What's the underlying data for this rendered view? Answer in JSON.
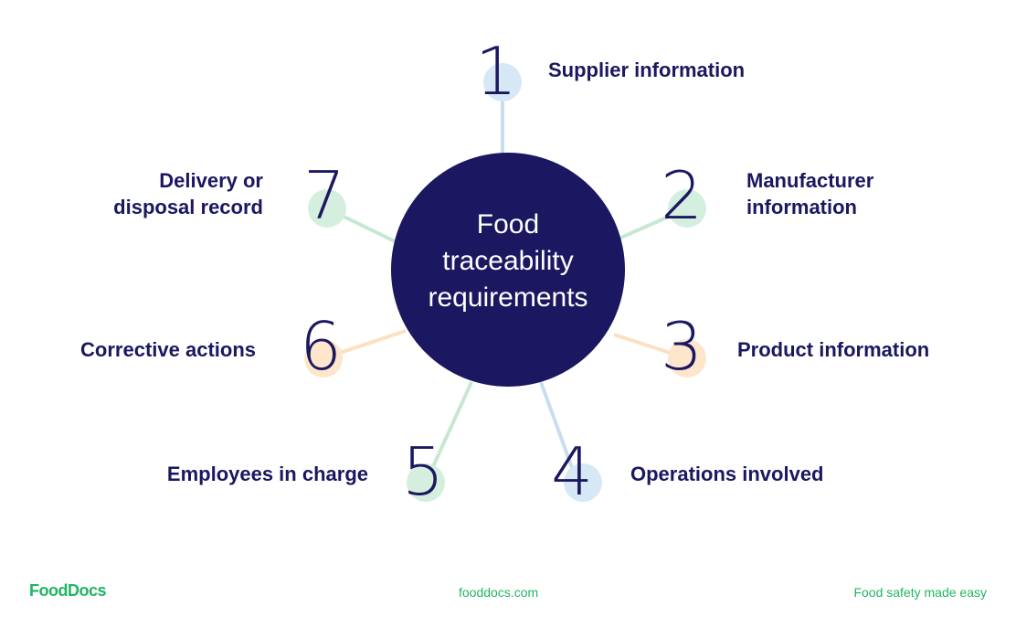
{
  "center": {
    "lines": [
      "Food",
      "traceability",
      "requirements"
    ]
  },
  "colors": {
    "navy": "#1b1760",
    "blue_soft": "#d6e8f5",
    "blue_line": "#c8def0",
    "green_soft": "#d4efdd",
    "green_line": "#c6e8d2",
    "orange_soft": "#fde6cc",
    "orange_line": "#fbe0c2",
    "brand_green": "#1fb562"
  },
  "items": [
    {
      "number": "1",
      "lines": [
        "Supplier information"
      ],
      "accent": "blue"
    },
    {
      "number": "2",
      "lines": [
        "Manufacturer",
        "information"
      ],
      "accent": "green"
    },
    {
      "number": "3",
      "lines": [
        "Product information"
      ],
      "accent": "orange"
    },
    {
      "number": "4",
      "lines": [
        "Operations involved"
      ],
      "accent": "blue"
    },
    {
      "number": "5",
      "lines": [
        "Employees in charge"
      ],
      "accent": "green"
    },
    {
      "number": "6",
      "lines": [
        "Corrective actions"
      ],
      "accent": "orange"
    },
    {
      "number": "7",
      "lines": [
        "Delivery or",
        "disposal record"
      ],
      "accent": "green"
    }
  ],
  "footer": {
    "logo": "FoodDocs",
    "website": "fooddocs.com",
    "tagline": "Food safety made easy"
  }
}
